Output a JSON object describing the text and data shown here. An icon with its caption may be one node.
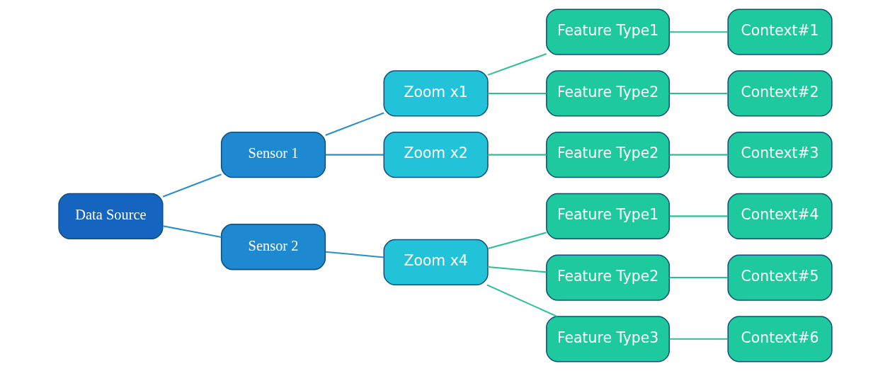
{
  "diagram": {
    "nodes": [
      {
        "text": [
          "Data Source"
        ]
      },
      {
        "text": [
          "Sensor 1"
        ]
      },
      {
        "text": [
          "Sensor 2"
        ]
      },
      {
        "text": [
          "Zoom x1"
        ]
      },
      {
        "text": [
          "Zoom x2"
        ]
      },
      {
        "text": [
          "Zoom x4"
        ]
      },
      {
        "text": [
          "Feature Type1"
        ]
      },
      {
        "text": [
          "Feature Type2"
        ]
      },
      {
        "text": [
          "Feature Type2"
        ]
      },
      {
        "text": [
          "Feature Type1"
        ]
      },
      {
        "text": [
          "Feature Type2"
        ]
      },
      {
        "text": [
          "Feature Type3"
        ]
      },
      {
        "text": [
          "Context#1"
        ]
      },
      {
        "text": [
          "Context#2"
        ]
      },
      {
        "text": [
          "Context#3"
        ]
      },
      {
        "text": [
          "Context#4"
        ]
      },
      {
        "text": [
          "Context#5"
        ]
      },
      {
        "text": [
          "Context#6"
        ]
      }
    ],
    "edges": [
      {
        "from": 0,
        "to": 1,
        "arrow": "none",
        "color": "#2a8fc4"
      },
      {
        "from": 0,
        "to": 2,
        "arrow": "none",
        "color": "#2a8fc4"
      },
      {
        "from": 1,
        "to": 3,
        "arrow": "none",
        "color": "#2a8fc4"
      },
      {
        "from": 1,
        "to": 4,
        "arrow": "none",
        "color": "#2a8fc4"
      },
      {
        "from": 2,
        "to": 5,
        "arrow": "none",
        "color": "#2a8fc4"
      },
      {
        "from": 3,
        "to": 6,
        "arrow": "none"
      },
      {
        "from": 3,
        "to": 7,
        "arrow": "none"
      },
      {
        "from": 4,
        "to": 8,
        "arrow": "none"
      },
      {
        "from": 5,
        "to": 9,
        "arrow": "none"
      },
      {
        "from": 5,
        "to": 10,
        "arrow": "none"
      },
      {
        "from": 5,
        "to": 11,
        "arrow": "none"
      },
      {
        "from": 6,
        "to": 12,
        "arrow": "none"
      },
      {
        "from": 7,
        "to": 13,
        "arrow": "none"
      },
      {
        "from": 8,
        "to": 14,
        "arrow": "none"
      },
      {
        "from": 9,
        "to": 15,
        "arrow": "none"
      },
      {
        "from": 10,
        "to": 16,
        "arrow": "none"
      },
      {
        "from": 11,
        "to": 17,
        "arrow": "none"
      }
    ]
  }
}
